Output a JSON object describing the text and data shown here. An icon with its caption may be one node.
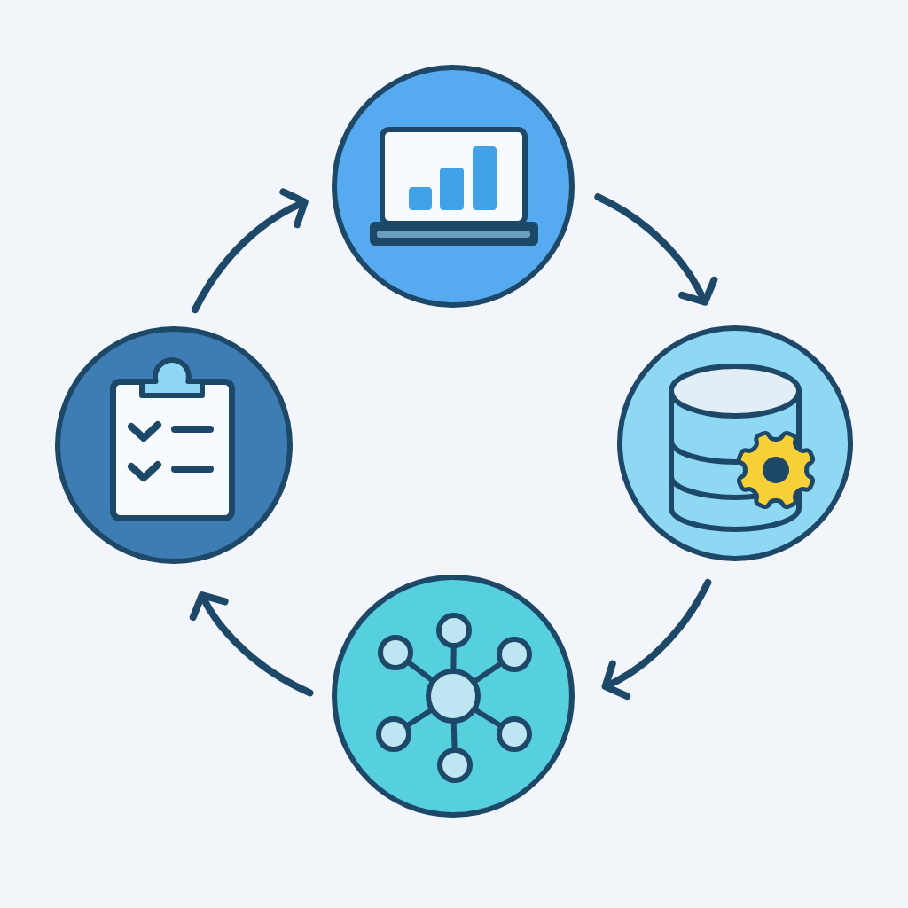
{
  "diagram": {
    "nodes": [
      {
        "text": [],
        "shape": "circle"
      },
      {
        "text": [],
        "shape": "circle"
      },
      {
        "text": [],
        "shape": "circle"
      },
      {
        "text": [],
        "shape": "circle"
      }
    ],
    "edges": [
      {
        "from": 0,
        "to": 2,
        "arrow": "to"
      },
      {
        "from": 2,
        "to": 3,
        "arrow": "to"
      },
      {
        "from": 3,
        "to": 1,
        "arrow": "to"
      },
      {
        "from": 1,
        "to": 0,
        "arrow": "to"
      }
    ]
  }
}
